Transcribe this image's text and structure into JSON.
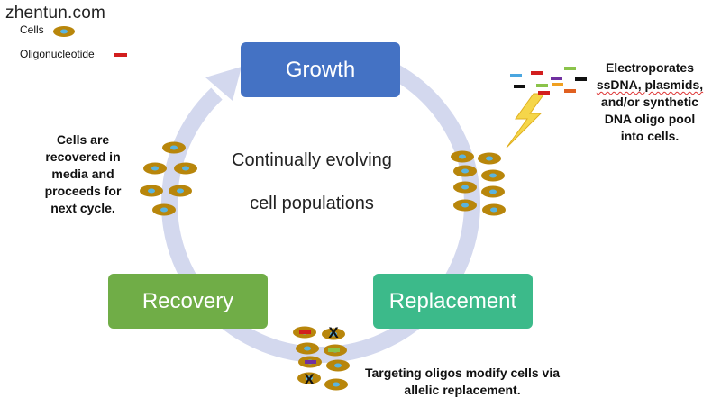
{
  "watermark": "zhentun.com",
  "legend": {
    "cells_label": "Cells",
    "oligo_label": "Oligonucleotide"
  },
  "stages": {
    "growth": "Growth",
    "recovery": "Recovery",
    "replacement": "Replacement"
  },
  "center": {
    "line1": "Continually evolving",
    "line2": "cell populations"
  },
  "notes": {
    "left": [
      "Cells are",
      "recovered in",
      "media and",
      "proceeds for",
      "next cycle."
    ],
    "right": [
      "Electroporates",
      "ssDNA, plasmids,",
      "and/or synthetic",
      "DNA  oligo pool",
      "into cells."
    ],
    "bottom": [
      "Targeting oligos modify cells via",
      "allelic replacement."
    ]
  },
  "colors": {
    "cell_body": "#b8860b",
    "cell_nucleus": "#5ab4e0",
    "cycle_arrow": "#d3d8ee",
    "growth": "#4472c4",
    "recovery": "#70ad47",
    "replacement": "#3cba8a",
    "lightning": "#f5d64a",
    "oligo_legend": "#d21e1e"
  },
  "oligo_colors": [
    "#4aa6e0",
    "#d21e1e",
    "#8bc34a",
    "#111111",
    "#7030a0",
    "#f0a020",
    "#e06020"
  ],
  "x_mark": "X"
}
